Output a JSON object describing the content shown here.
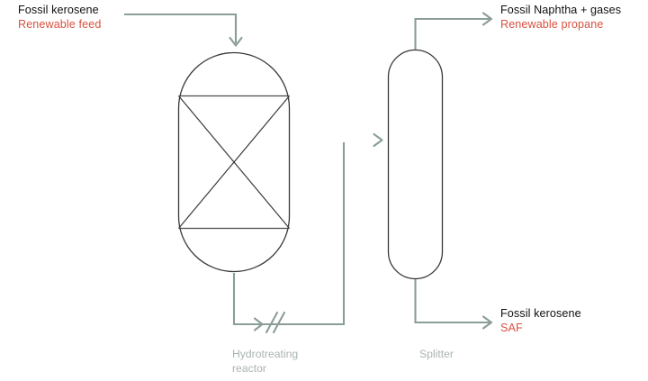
{
  "diagram": {
    "title": "Hydrotreating reactor and splitter process flow diagram",
    "colors": {
      "pipe": "#8a9e96",
      "vessel_outline": "#3a3a3a",
      "text_primary": "#0f0f0f",
      "text_accent": "#d9503f",
      "caption": "#a9b4b0",
      "background": "#ffffff"
    }
  },
  "labels": {
    "feed": {
      "primary": "Fossil kerosene",
      "accent": "Renewable feed"
    },
    "naphtha": {
      "primary": "Fossil Naphtha + gases",
      "accent": "Renewable propane"
    },
    "saf": {
      "primary": "Fossil kerosene",
      "accent": "SAF"
    }
  },
  "captions": {
    "reactor": "Hydrotreating\nreactor",
    "splitter": "Splitter"
  },
  "equipment": [
    {
      "id": "hydrotreating-reactor",
      "type": "capsule-vessel",
      "internals": "catalyst-bed-cross"
    },
    {
      "id": "splitter-column",
      "type": "capsule-vessel",
      "internals": "none"
    }
  ],
  "streams": [
    {
      "id": "feed-stream",
      "from": "feed-label",
      "to": "hydrotreating-reactor",
      "arrow": "down"
    },
    {
      "id": "reactor-bottoms",
      "from": "hydrotreating-reactor",
      "to": "splitter-column",
      "arrow": "right",
      "symbol": "break-slashes"
    },
    {
      "id": "overhead-stream",
      "from": "splitter-column",
      "to": "naphtha-label",
      "arrow": "right"
    },
    {
      "id": "bottoms-stream",
      "from": "splitter-column",
      "to": "saf-label",
      "arrow": "right"
    }
  ]
}
